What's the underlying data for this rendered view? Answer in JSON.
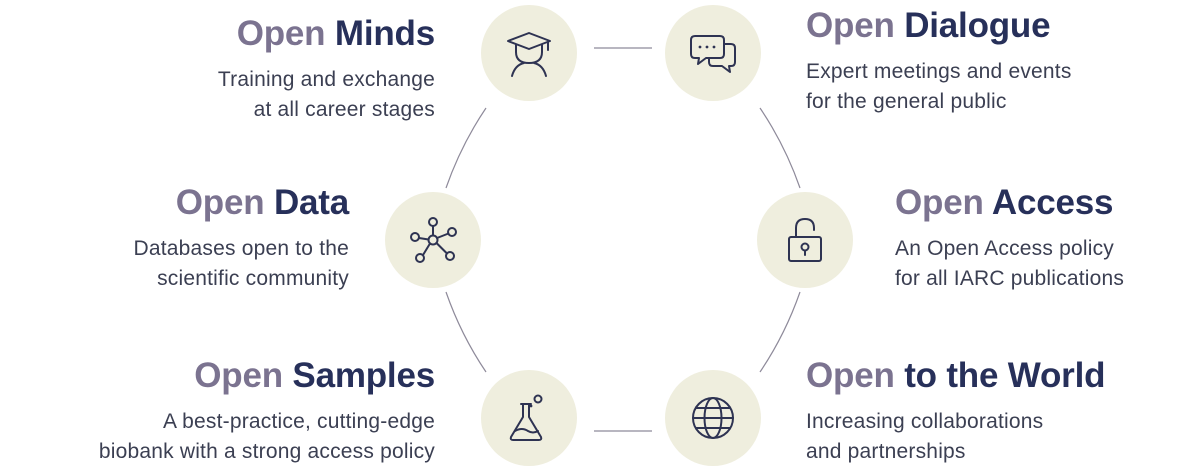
{
  "accent_color": "#27305a",
  "prefix_color": "#7b7390",
  "node_fill": "#efeede",
  "items": [
    {
      "prefix": "Open",
      "name": "Minds",
      "desc": [
        "Training and exchange",
        "at all career stages"
      ],
      "icon": "graduate-icon"
    },
    {
      "prefix": "Open",
      "name": "Dialogue",
      "desc": [
        "Expert meetings and events",
        "for the general public"
      ],
      "icon": "speech-bubbles-icon"
    },
    {
      "prefix": "Open",
      "name": "Data",
      "desc": [
        "Databases open to the",
        "scientific community"
      ],
      "icon": "network-nodes-icon"
    },
    {
      "prefix": "Open",
      "name": "Access",
      "desc": [
        "An Open Access policy",
        "for all IARC publications"
      ],
      "icon": "open-padlock-icon"
    },
    {
      "prefix": "Open",
      "name": "Samples",
      "desc": [
        "A best-practice, cutting-edge",
        "biobank with a strong access policy"
      ],
      "icon": "lab-flask-icon"
    },
    {
      "prefix": "Open",
      "name": "to the World",
      "desc": [
        "Increasing collaborations",
        "and partnerships"
      ],
      "icon": "globe-icon"
    }
  ]
}
